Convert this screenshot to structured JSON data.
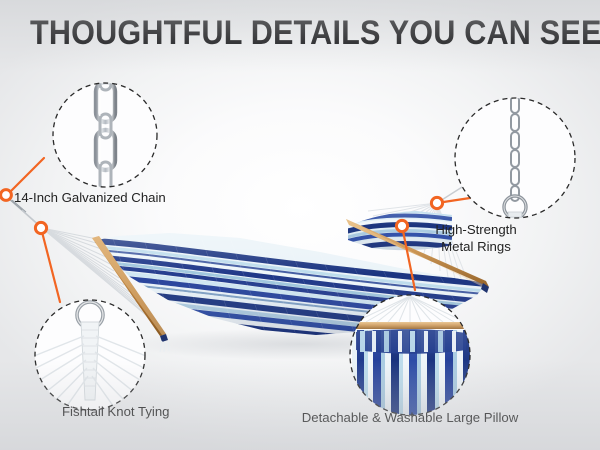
{
  "header": {
    "title": "THOUGHTFUL DETAILS YOU CAN SEE"
  },
  "theme": {
    "pointer_color": "#f26522",
    "text_color": "#232323",
    "title_color": "#0b0b0d",
    "fabric_navy": "#1e3a8c",
    "fabric_light_blue": "#bcdcec",
    "fabric_white": "#f2f6f8",
    "wood_bar": "#c08a46",
    "background_top": "#e4e5e7",
    "background_center": "#ffffff"
  },
  "callouts": [
    {
      "id": "chain",
      "label": "14-Inch Galvanized Chain",
      "icon": "chain-link-icon",
      "position": "top-left"
    },
    {
      "id": "rings",
      "label": "High-Strength\nMetal Rings",
      "label_line1": "High-Strength",
      "label_line2": "Metal Rings",
      "icon": "metal-ring-icon",
      "position": "top-right"
    },
    {
      "id": "fishtail",
      "label": "Fishtail Knot Tying",
      "icon": "fishtail-knot-icon",
      "position": "bottom-left"
    },
    {
      "id": "pillow",
      "label": "Detachable & Washable Large Pillow",
      "icon": "striped-pillow-icon",
      "position": "bottom-right"
    }
  ],
  "product": {
    "name": "quilted-double-hammock",
    "stripe_pattern": "navy-and-light-blue-stripes",
    "spreader_bar": "wood-spreader-bar"
  }
}
